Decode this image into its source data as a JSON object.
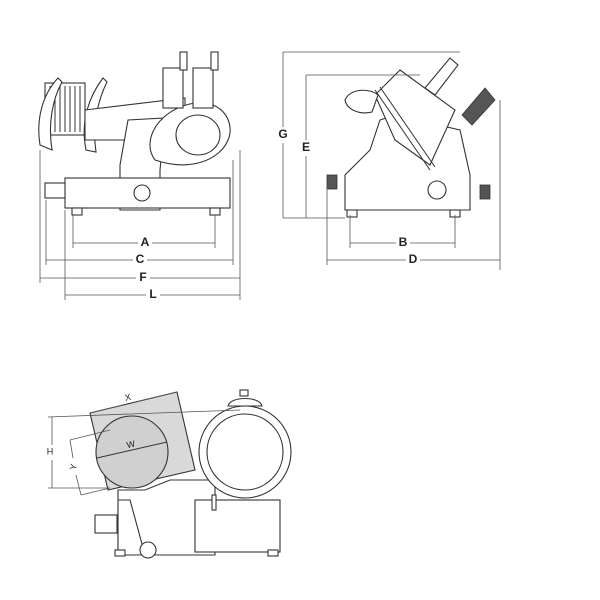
{
  "front_view": {
    "labels": {
      "a": "A",
      "c": "C",
      "f": "F",
      "l": "L"
    }
  },
  "side_view": {
    "labels": {
      "g": "G",
      "e": "E",
      "b": "B",
      "d": "D"
    }
  },
  "top_view": {
    "labels": {
      "x": "X",
      "y": "Y",
      "w": "W",
      "h": "H"
    },
    "colors": {
      "product_area": "#d9d9d9"
    }
  }
}
